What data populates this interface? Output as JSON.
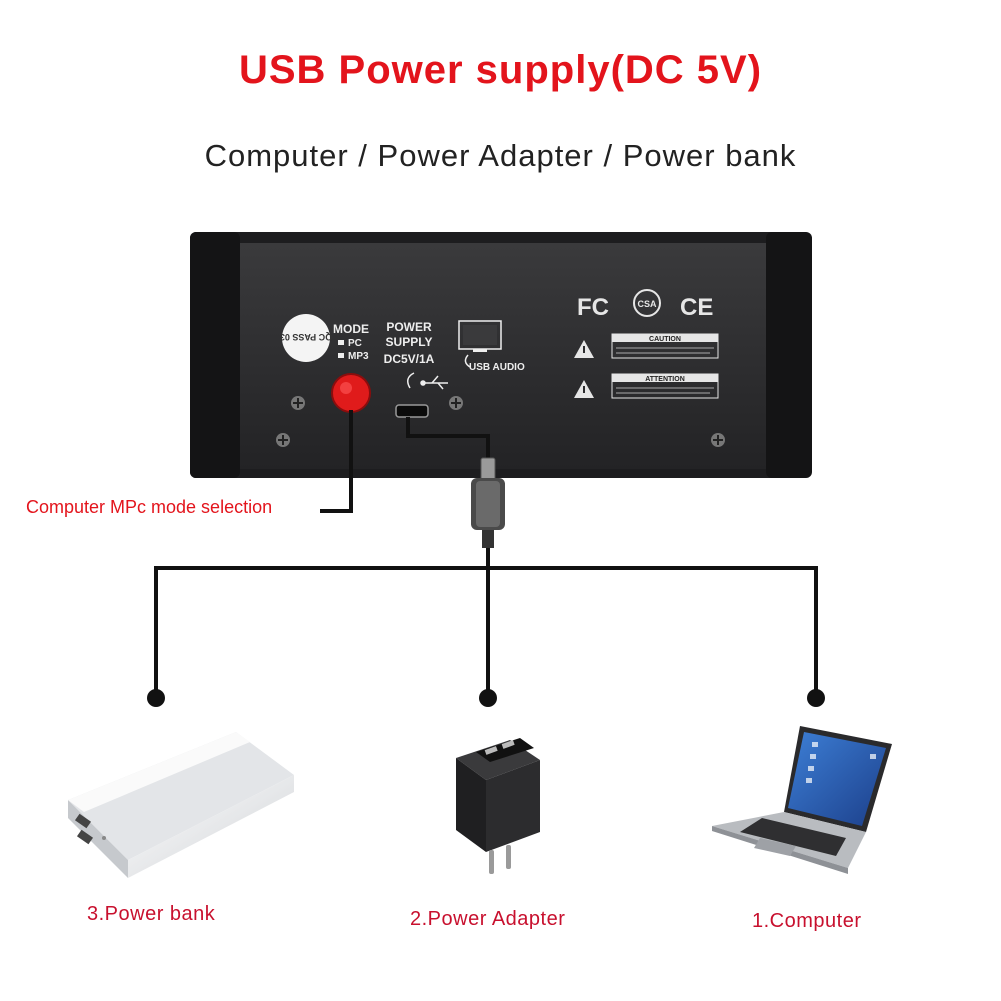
{
  "title": "USB Power supply(DC 5V)",
  "subtitle": "Computer / Power Adapter / Power bank",
  "mode_selection_label": "Computer MPc mode selection",
  "panel": {
    "qc_sticker": "QC PASS 03",
    "mode_label": "MODE",
    "mode_pc": "PC",
    "mode_mp3": "MP3",
    "power_supply_line1": "POWER",
    "power_supply_line2": "SUPPLY",
    "power_rating": "DC5V/1A",
    "usb_audio": "USB AUDIO",
    "fc_mark": "FC",
    "ce_mark": "CE",
    "csa_mark": "CSA",
    "caution": "CAUTION",
    "attention": "ATTENTION"
  },
  "devices": [
    {
      "label": "3.Power bank",
      "icon": "power-bank-icon"
    },
    {
      "label": "2.Power Adapter",
      "icon": "power-adapter-icon"
    },
    {
      "label": "1.Computer",
      "icon": "laptop-icon"
    }
  ],
  "colors": {
    "accent_red": "#e3141c",
    "label_red": "#c8102e",
    "panel": "#2b2b2d",
    "line": "#111111"
  }
}
